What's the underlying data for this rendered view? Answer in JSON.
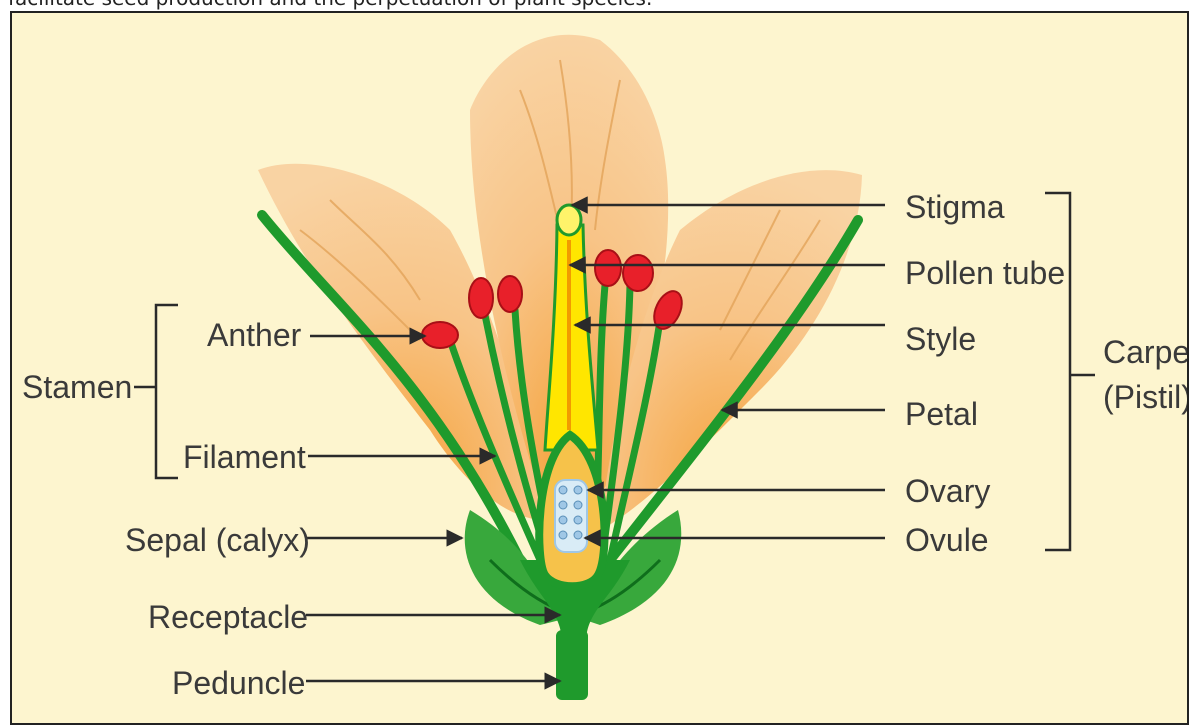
{
  "caption_fragment": "facilitate seed production and the perpetuation of plant species.",
  "labels": {
    "stigma": "Stigma",
    "pollen_tube": "Pollen tube",
    "style": "Style",
    "petal": "Petal",
    "ovary": "Ovary",
    "ovule": "Ovule",
    "carpel": "Carpel",
    "pistil": "(Pistil)",
    "anther": "Anther",
    "stamen": "Stamen",
    "filament": "Filament",
    "sepal": "Sepal (calyx)",
    "receptacle": "Receptacle",
    "peduncle": "Peduncle"
  },
  "colors": {
    "background": "#fdf5cf",
    "petal": "#f8c487",
    "petal_vein": "#e3a45a",
    "green": "#1f9a2c",
    "dark_green": "#0f6e1c",
    "style_yellow": "#ffe600",
    "anther_red": "#e8202a",
    "ovary_fill": "#f6c24a",
    "ovule_blue": "#9fc7e6",
    "line": "#2a2a2a"
  }
}
